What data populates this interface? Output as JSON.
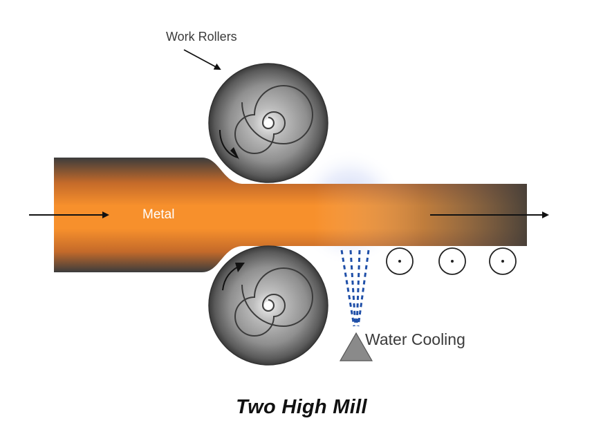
{
  "labels": {
    "work_rollers": "Work Rollers",
    "metal": "Metal",
    "water_cooling": "Water Cooling",
    "caption": "Two High Mill"
  },
  "colors": {
    "metal_hot": "#f7902c",
    "metal_shell": "#3c3c3c",
    "roller_dark": "#3a3a3a",
    "roller_light": "#c9c9c9",
    "spray": "#1f4fa8",
    "cooling_glow": "#aab8ee",
    "nozzle": "#8a8a8a"
  },
  "icons": {
    "roller_rotation": "curved-arrow-icon",
    "flow_direction": "arrow-right-icon"
  }
}
